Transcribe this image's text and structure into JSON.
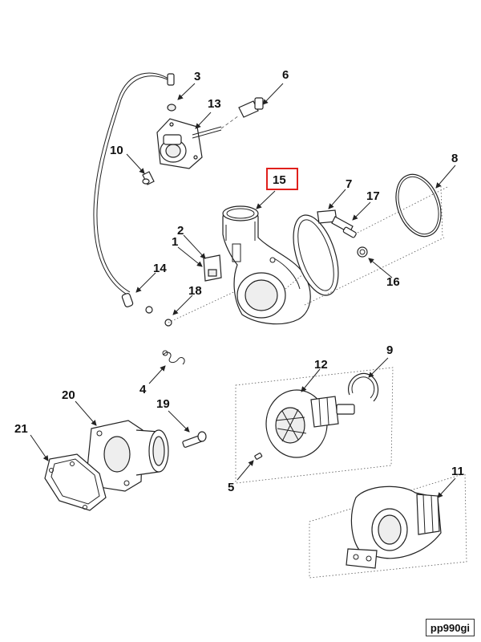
{
  "diagram": {
    "callouts": [
      {
        "id": "1",
        "label": "1"
      },
      {
        "id": "2",
        "label": "2"
      },
      {
        "id": "3",
        "label": "3"
      },
      {
        "id": "4",
        "label": "4"
      },
      {
        "id": "5",
        "label": "5"
      },
      {
        "id": "6",
        "label": "6"
      },
      {
        "id": "7",
        "label": "7"
      },
      {
        "id": "8",
        "label": "8"
      },
      {
        "id": "9",
        "label": "9"
      },
      {
        "id": "10",
        "label": "10"
      },
      {
        "id": "11",
        "label": "11"
      },
      {
        "id": "12",
        "label": "12"
      },
      {
        "id": "13",
        "label": "13"
      },
      {
        "id": "14",
        "label": "14"
      },
      {
        "id": "15",
        "label": "15"
      },
      {
        "id": "16",
        "label": "16"
      },
      {
        "id": "17",
        "label": "17"
      },
      {
        "id": "18",
        "label": "18"
      },
      {
        "id": "19",
        "label": "19"
      },
      {
        "id": "20",
        "label": "20"
      },
      {
        "id": "21",
        "label": "21"
      }
    ],
    "highlighted_callout": "15",
    "highlight_color": "#e0201c",
    "reference_code": "pp990gi"
  }
}
